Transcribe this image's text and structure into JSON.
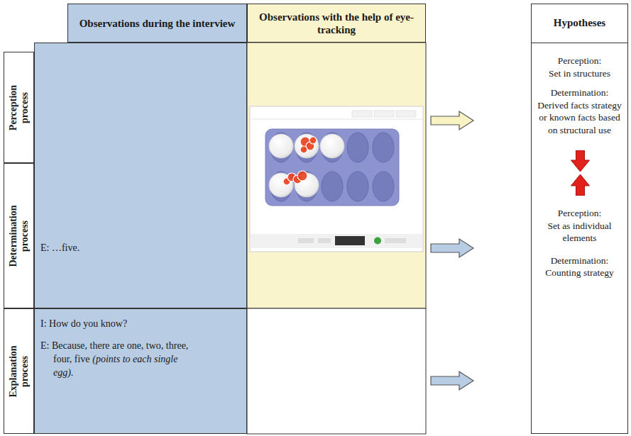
{
  "diagram": {
    "nodes": [
      {
        "text": [
          "Observations during the interview"
        ]
      },
      {
        "text": [
          "Observations with the help of eye-tracking"
        ]
      },
      {
        "text": [
          "Hypotheses",
          "Perception:",
          "Set in structures",
          "Determination:",
          "Derived facts strategy or known facts based on structural use",
          "Perception:",
          "Set as individual elements",
          "Determination:",
          "Counting strategy"
        ]
      },
      {
        "text": [
          "Perception process"
        ]
      },
      {
        "text": [
          "E: …five."
        ]
      },
      {
        "text": [
          "Determination process"
        ]
      },
      {
        "text": [
          "Explanation process"
        ]
      },
      {
        "text": [
          "I: How do you know?",
          "E: Because, there are one, two, three, four, five",
          "(points to each single egg)."
        ]
      }
    ]
  }
}
